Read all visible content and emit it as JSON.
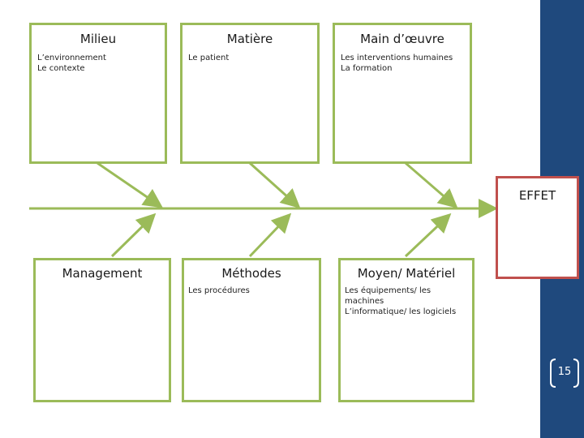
{
  "causes_top": [
    {
      "title": "Milieu",
      "desc": "L’environnement\nLe contexte"
    },
    {
      "title": "Matière",
      "desc": "Le patient"
    },
    {
      "title": "Main d’œuvre",
      "desc": "Les interventions humaines\nLa formation"
    }
  ],
  "causes_bottom": [
    {
      "title": "Management",
      "desc": ""
    },
    {
      "title": "Méthodes",
      "desc": "Les procédures"
    },
    {
      "title": "Moyen/ Matériel",
      "desc": "Les équipements/ les machines\nL’informatique/ les logiciels"
    }
  ],
  "effect": {
    "title": "EFFET"
  },
  "page_number": "15",
  "colors": {
    "cause_border": "#9bbb59",
    "effect_border": "#c0504d",
    "sidebar": "#1f497d"
  }
}
